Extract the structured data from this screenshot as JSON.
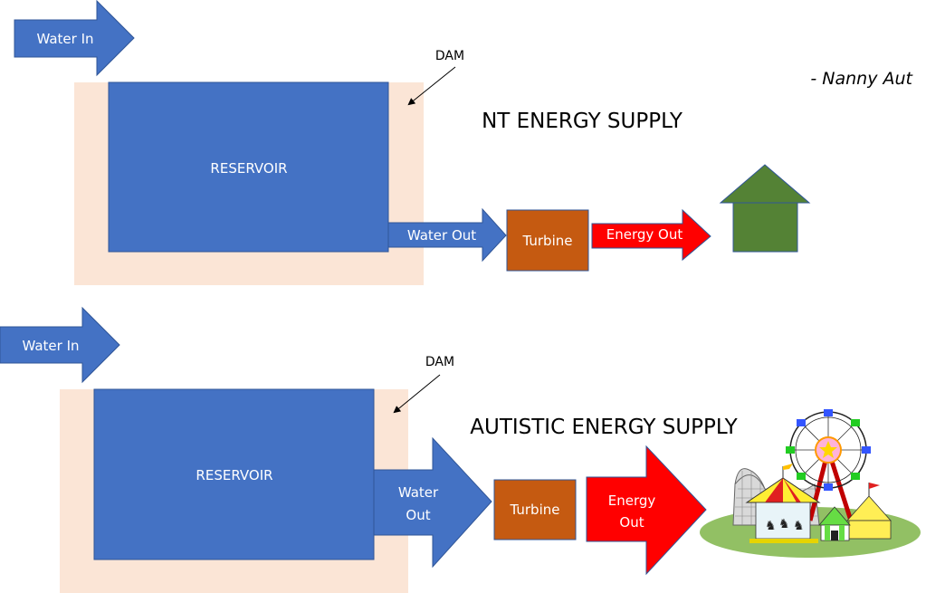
{
  "author": "- Nanny Aut",
  "colors": {
    "reservoir": "#4472c4",
    "dam": "#fbe5d6",
    "turbine": "#c55a11",
    "energy": "#ff0000",
    "house": "#548235",
    "arrow_border": "#2f5597"
  },
  "nt": {
    "title": "NT ENERGY SUPPLY",
    "water_in": "Water In",
    "dam_label": "DAM",
    "reservoir": "RESERVOIR",
    "water_out": "Water Out",
    "turbine": "Turbine",
    "energy_out": "Energy Out",
    "destination": "house-icon"
  },
  "autistic": {
    "title": "AUTISTIC ENERGY SUPPLY",
    "water_in": "Water In",
    "dam_label": "DAM",
    "reservoir": "RESERVOIR",
    "water_out_line1": "Water",
    "water_out_line2": "Out",
    "turbine": "Turbine",
    "energy_out_line1": "Energy",
    "energy_out_line2": "Out",
    "destination": "amusement-park-icon"
  }
}
